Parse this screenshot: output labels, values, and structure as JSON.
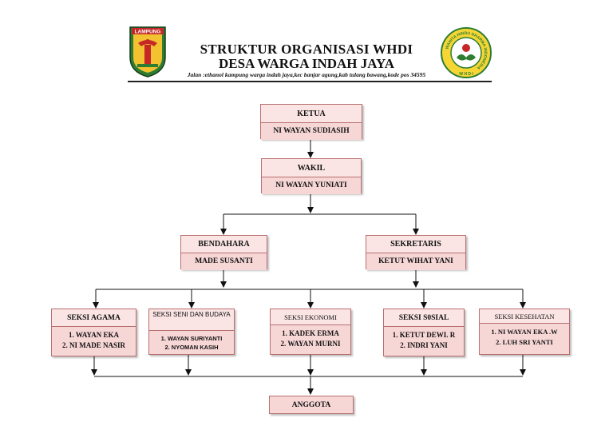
{
  "header": {
    "title_line1": "STRUKTUR ORGANISASI WHDI",
    "title_line2": "DESA WARGA INDAH JAYA",
    "address": "Jalan :ethanol kampung warga indah jaya,kec banjar agung,kab tulang bawang,kode pos 34595",
    "left_logo_text": "LAMPUNG",
    "right_logo_ring_text": "WANITA HINDU DHARMA INDONESIA",
    "right_logo_bottom_text": "W H D I"
  },
  "ketua": {
    "title": "KETUA",
    "name": "NI WAYAN SUDIASIH"
  },
  "wakil": {
    "title": "WAKIL",
    "name": "NI WAYAN YUNIATI"
  },
  "bendahara": {
    "title": "BENDAHARA",
    "name": "MADE SUSANTI"
  },
  "sekretaris": {
    "title": "SEKRETARIS",
    "name": "KETUT WIHAT YANI"
  },
  "seksi": [
    {
      "title": "SEKSI AGAMA",
      "members": [
        "1.  WAYAN EKA",
        "2.  NI MADE NASIR"
      ]
    },
    {
      "title": "SEKSI SENI DAN BUDAYA",
      "members": [
        "1.  WAYAN SURIYANTI",
        "2.  NYOMAN KASIH"
      ]
    },
    {
      "title": "SEKSI EKONOMI",
      "members": [
        "1.  KADEK ERMA",
        "2.  WAYAN MURNI"
      ]
    },
    {
      "title": "SEKSI S0SIAL",
      "members": [
        "1.  KETUT DEWI. R",
        "2.  INDRI YANI"
      ]
    },
    {
      "title": "SEKSI KESEHATAN",
      "members": [
        "1.  NI WAYAN EKA .W",
        "2.  LUH SRI YANTI"
      ]
    }
  ],
  "anggota": {
    "title": "ANGGOTA"
  }
}
